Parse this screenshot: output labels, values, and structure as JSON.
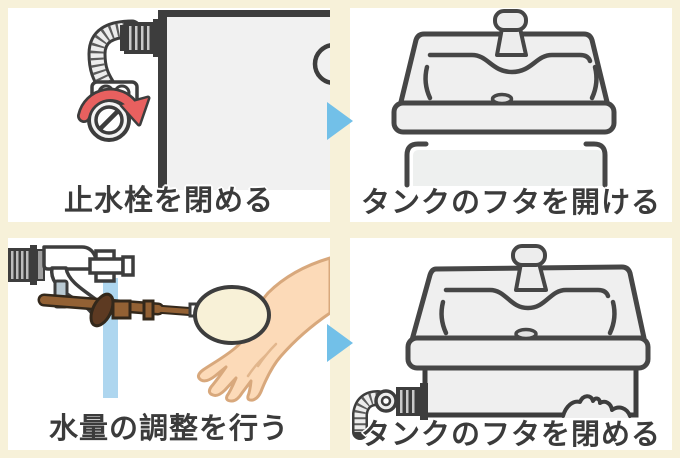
{
  "diagram": {
    "topic": "toilet-tank-water-level-adjustment-steps",
    "layout": "2x2-step-grid",
    "colors": {
      "background": "#f7f1d9",
      "panel": "#ffffff",
      "outline": "#3d3d3d",
      "text": "#3b3b3b",
      "step_arrow_blue": "#72c0e8",
      "rotate_arrow_red": "#e8605f",
      "water_blue": "#aed6ef",
      "float_cream": "#f8f1d7",
      "hand_skin": "#fcdab8",
      "arm_brown": "#936134",
      "fill_gray": "#efefef"
    },
    "steps": [
      {
        "id": 1,
        "caption": "止水栓を閉める",
        "illustration": "shutoff-valve-being-closed-with-red-rotate-arrow"
      },
      {
        "id": 2,
        "caption": "タンクのフタを開ける",
        "illustration": "tank-lid-lifted-off-open-tank"
      },
      {
        "id": 3,
        "caption": "水量の調整を行う",
        "illustration": "hand-adjusting-float-valve-water-stream"
      },
      {
        "id": 4,
        "caption": "タンクのフタを閉める",
        "illustration": "closed-tank-with-lid-and-supply-hose"
      }
    ],
    "arrows": [
      {
        "from": 1,
        "to": 2,
        "direction": "right"
      },
      {
        "from": 3,
        "to": 4,
        "direction": "right"
      }
    ]
  }
}
